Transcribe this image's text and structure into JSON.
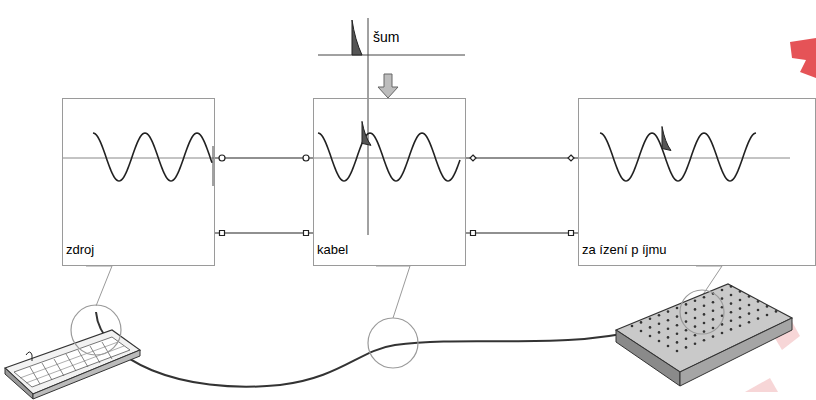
{
  "diagram": {
    "nodes": [
      {
        "text": [
          "zdroj"
        ]
      },
      {
        "text": [
          "kabel"
        ]
      },
      {
        "text": [
          "za ízení p íjmu"
        ]
      }
    ],
    "edges": [
      {
        "from": 0,
        "to": 1,
        "arrow": "none"
      },
      {
        "from": 0,
        "to": 1,
        "arrow": "none"
      },
      {
        "from": 1,
        "to": 2,
        "arrow": "none"
      },
      {
        "from": 1,
        "to": 2,
        "arrow": "none"
      }
    ],
    "labels": [
      "šum"
    ]
  }
}
